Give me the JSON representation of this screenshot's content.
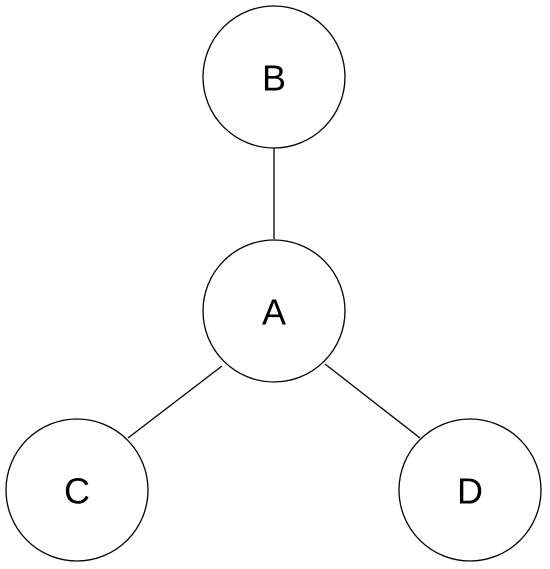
{
  "diagram": {
    "nodes": {
      "a": {
        "label": "A"
      },
      "b": {
        "label": "B"
      },
      "c": {
        "label": "C"
      },
      "d": {
        "label": "D"
      }
    },
    "edges": [
      {
        "from": "A",
        "to": "B"
      },
      {
        "from": "A",
        "to": "C"
      },
      {
        "from": "A",
        "to": "D"
      }
    ]
  }
}
